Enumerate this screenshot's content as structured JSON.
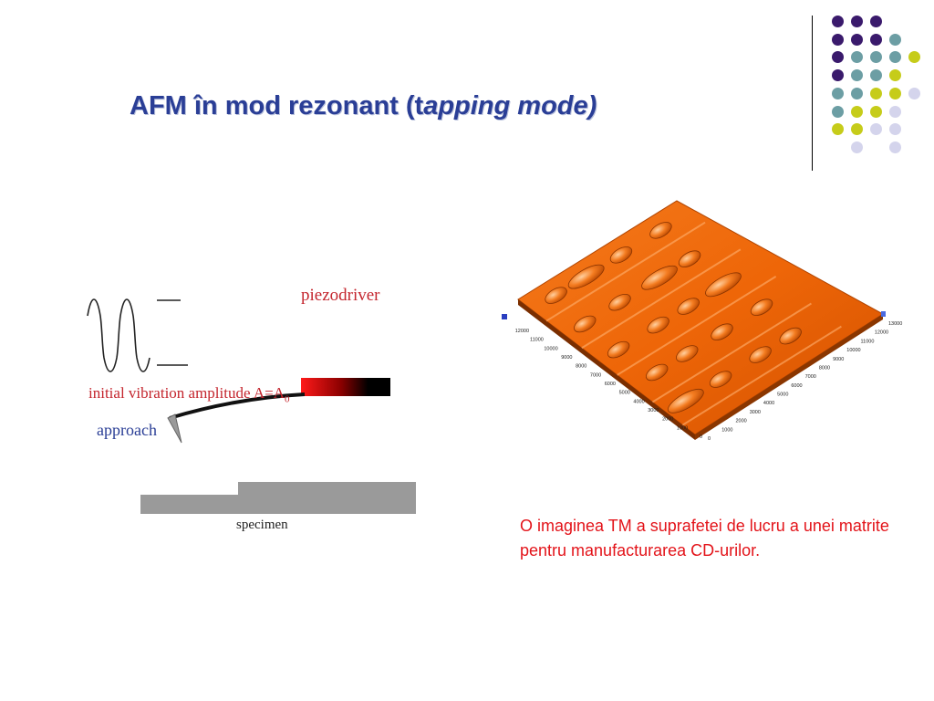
{
  "slide": {
    "title_prefix": "AFM în mod rezonant (t",
    "title_italic": "apping  mode)",
    "diagram": {
      "piezodriver_label": "piezodriver",
      "initial_vibration_label": "initial vibration amplitude A=A",
      "initial_vibration_subscript": "0",
      "approach_label": "approach",
      "specimen_label": "specimen"
    },
    "afm_image": {
      "left_axis_ticks": [
        "12000",
        "11000",
        "10000",
        "9000",
        "8000",
        "7000",
        "6000",
        "5000",
        "4000",
        "3000",
        "2000",
        "1000",
        "0"
      ],
      "right_axis_ticks": [
        "13000",
        "12000",
        "11000",
        "10000",
        "9000",
        "8000",
        "7000",
        "6000",
        "5000",
        "4000",
        "3000",
        "2000",
        "1000",
        "0"
      ]
    },
    "caption": "O imaginea TM a suprafetei de lucru a unei matrite pentru manufacturarea CD-urilor."
  },
  "colors": {
    "title": "#2a3e96",
    "accent_red": "#c4262e",
    "caption_red": "#e3141a",
    "dot_purple": "#3a1a6c",
    "dot_teal": "#6c9ea4",
    "dot_yellow": "#c6cc1a",
    "dot_lavender": "#d4d4ec",
    "surface_orange": "#f06a0c"
  }
}
